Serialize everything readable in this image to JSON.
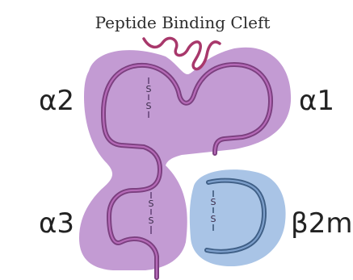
{
  "caption": "Peptide Binding Cleft",
  "labels": {
    "a2": "α2",
    "a1": "α1",
    "a3": "α3",
    "b2m": "β2m"
  },
  "disulfide_text": "S",
  "colors": {
    "heavy_chain_fill": "#c39bd3",
    "heavy_chain_strand": "#7b3f7f",
    "heavy_chain_strand_light": "#b66bb8",
    "b2m_fill": "#a9c4e6",
    "b2m_strand": "#3f5f86",
    "b2m_strand_light": "#7d9fcb",
    "peptide": "#a8386b"
  }
}
